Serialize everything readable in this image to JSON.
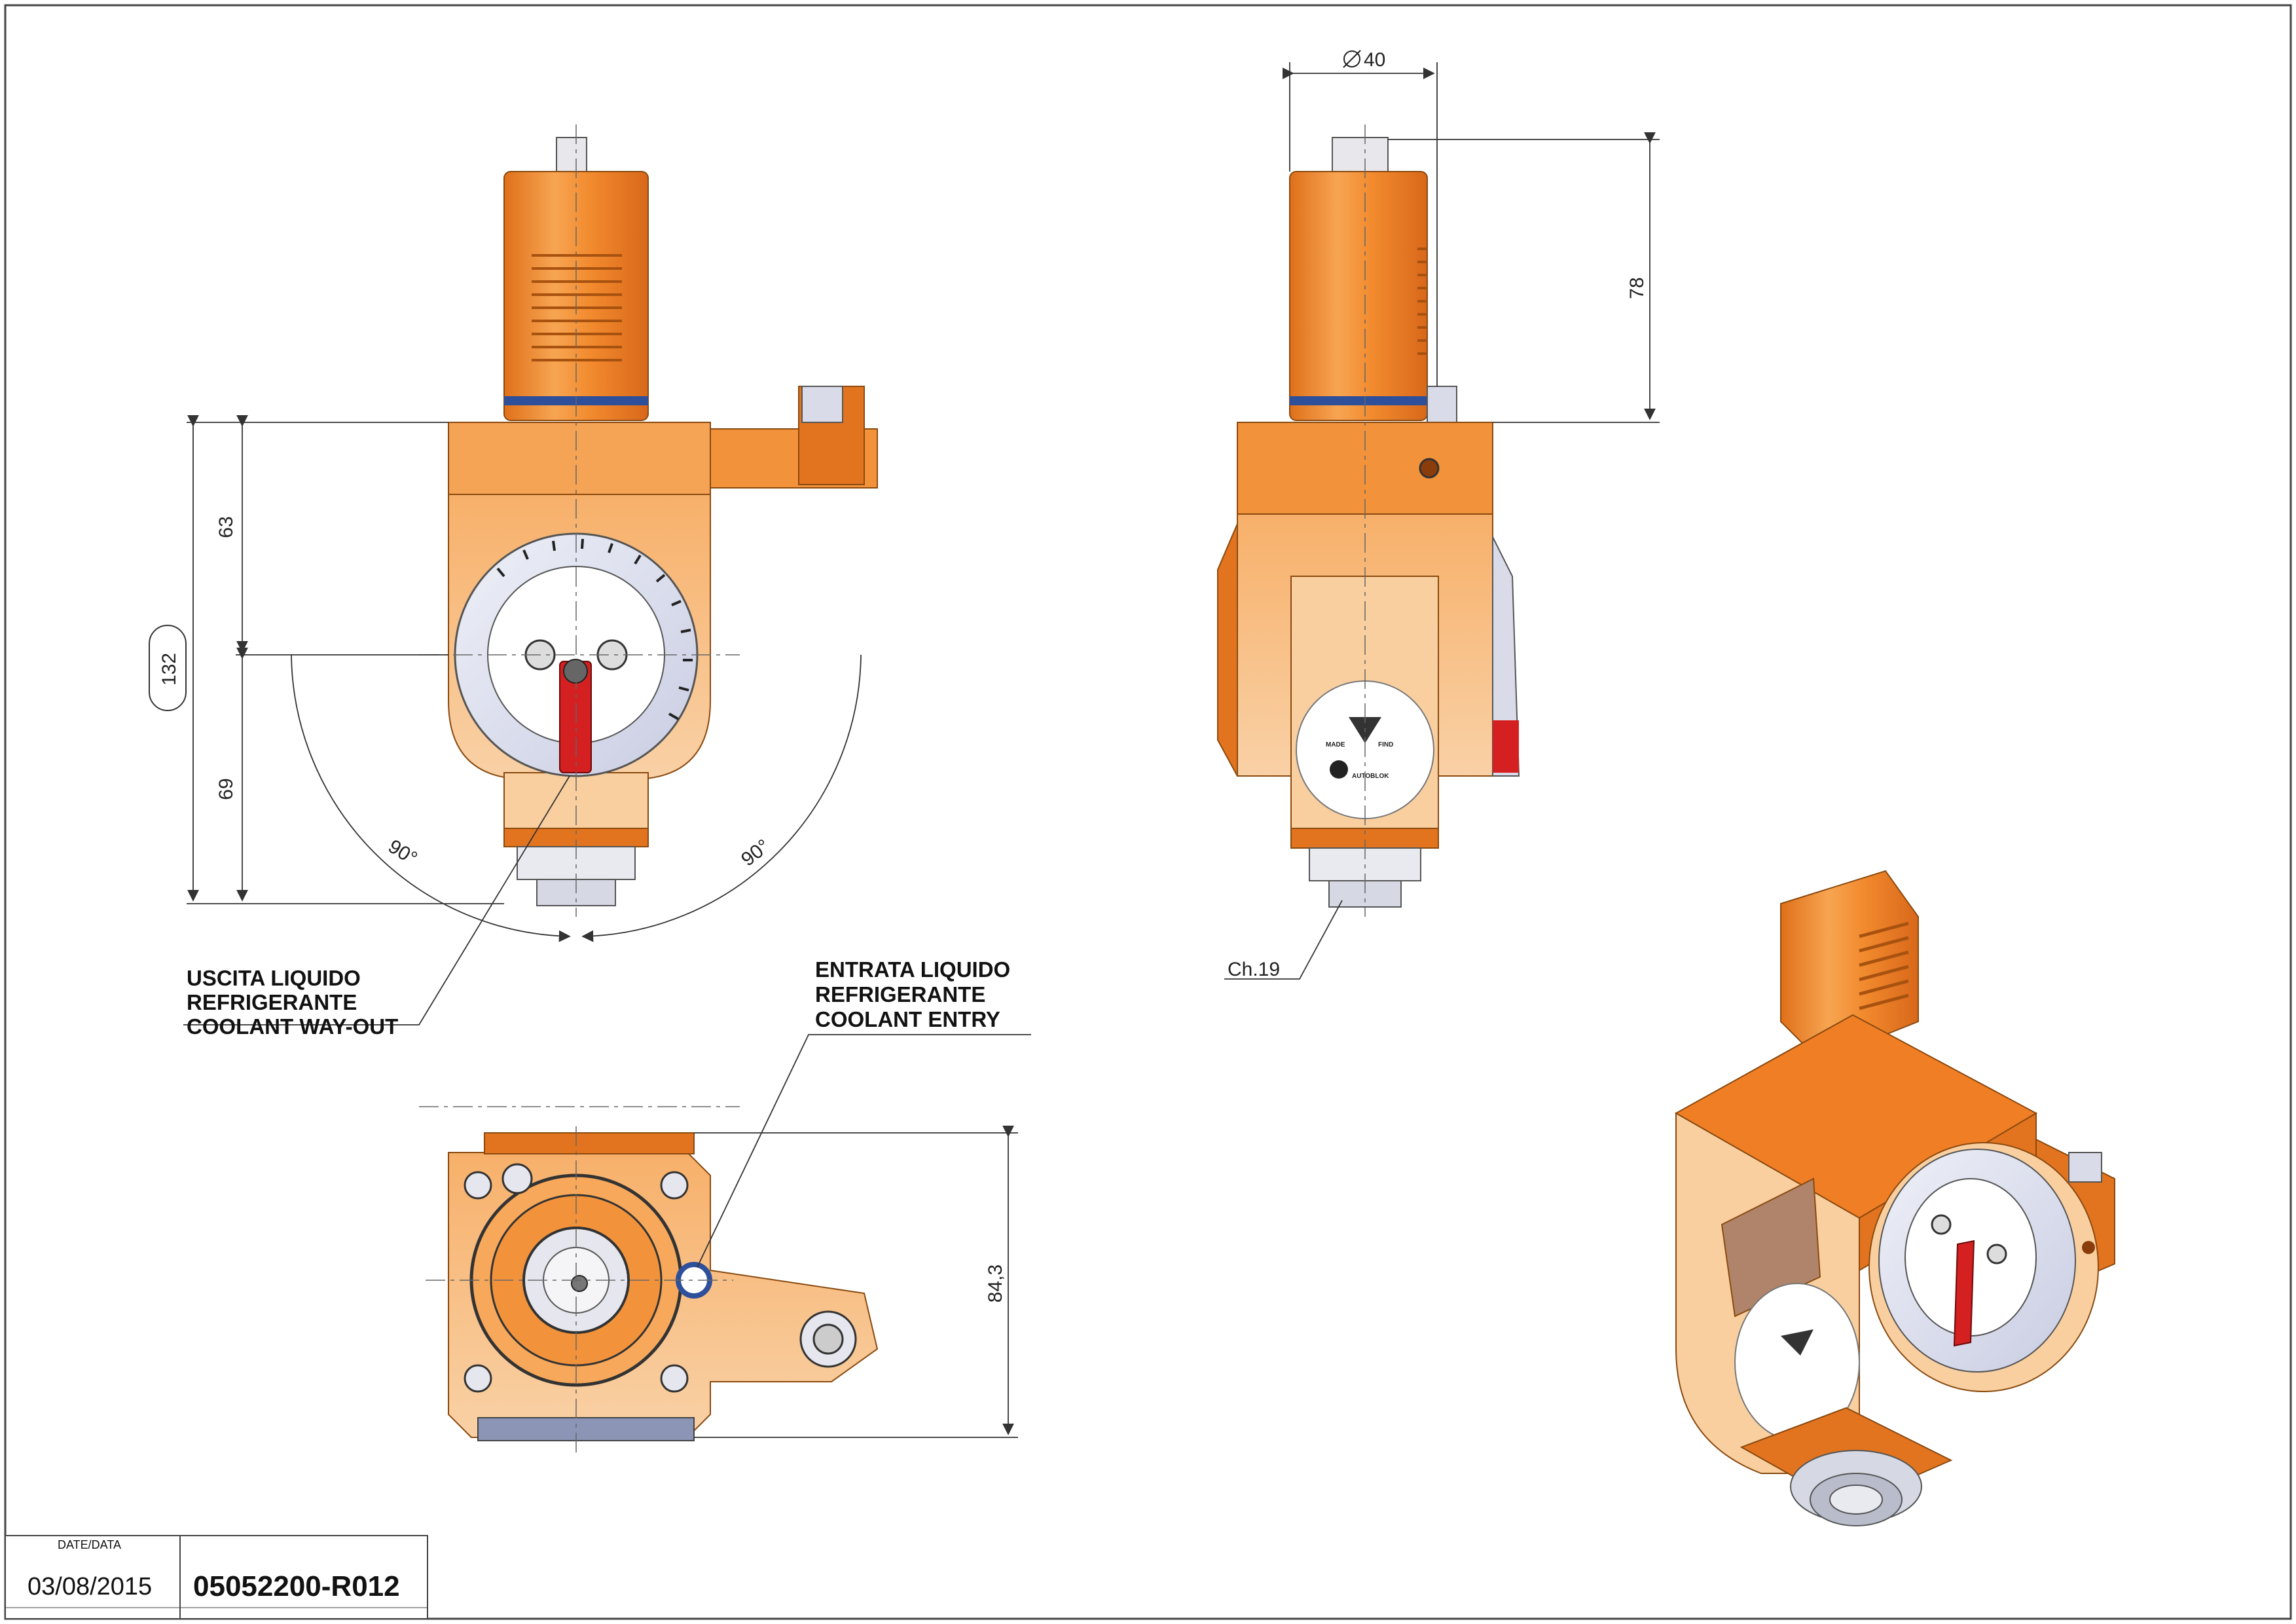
{
  "drawing": {
    "dimensions": {
      "diameter": "40",
      "height_top": "78",
      "upper_height": "63",
      "lower_height": "69",
      "total_height": "132",
      "angle_left": "90°",
      "angle_right": "90°",
      "bottom_depth": "84,3",
      "chamfer": "Ch.19"
    },
    "notes": {
      "outlet": [
        "USCITA LIQUIDO",
        "REFRIGERANTE",
        "COOLANT WAY-OUT"
      ],
      "inlet": [
        "ENTRATA LIQUIDO",
        "REFRIGERANTE",
        "COOLANT ENTRY"
      ]
    },
    "logo": {
      "line1": "MADE",
      "line2": "FIND",
      "line3": "AUTOBLOK"
    }
  },
  "title_block": {
    "date_label": "DATE/DATA",
    "date": "03/08/2015",
    "code": "05052200-R012"
  },
  "colors": {
    "orange_dark": "#e3741f",
    "orange_light": "#f7a85a",
    "peach": "#f9cfa0",
    "dial": "#dfe3f2",
    "red_handle": "#d42020"
  }
}
